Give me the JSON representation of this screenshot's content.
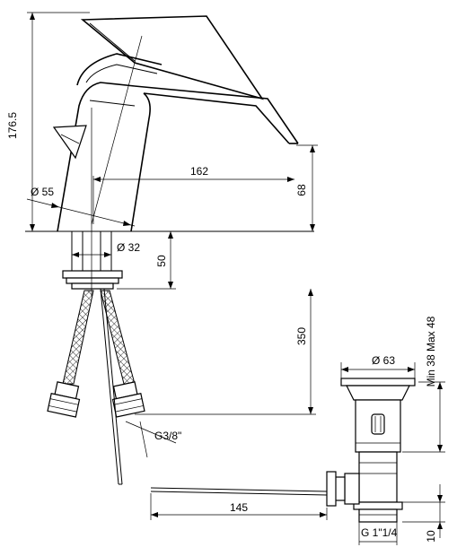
{
  "dimensions": {
    "total_height": "176.5",
    "reach": "162",
    "base_diameter": "Ø 55",
    "spout_height": "68",
    "shank_diameter": "Ø 32",
    "shank_length": "50",
    "hose_length": "350",
    "hose_thread": "G3/8\"",
    "waste_diameter": "Ø 63",
    "waste_range": "Min 38  Max 48",
    "rod_length": "145",
    "waste_thread": "G  1\"1/4",
    "waste_thread_length": "10"
  }
}
